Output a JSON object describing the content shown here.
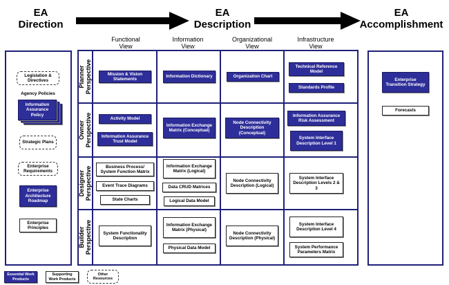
{
  "headers": {
    "direction": [
      "EA",
      "Direction"
    ],
    "description": [
      "EA",
      "Description"
    ],
    "accomplishment": [
      "EA",
      "Accomplishment"
    ]
  },
  "columns": [
    [
      "Functional",
      "View"
    ],
    [
      "Information",
      "View"
    ],
    [
      "Organizational",
      "View"
    ],
    [
      "Infrastructure",
      "View"
    ]
  ],
  "rows": [
    [
      "Planner",
      "Perspective"
    ],
    [
      "Owner",
      "Perspective"
    ],
    [
      "Designer",
      "Perspective"
    ],
    [
      "Builder",
      "Perspective"
    ]
  ],
  "direction_items": {
    "legislation": "Legislation & Directives",
    "agency_policies_label": "Agency Policies",
    "ia_policy": "Information Assurance Policy",
    "strategic_plans": "Strategic Plans",
    "enterprise_requirements": "Enterprise Requirements",
    "ea_roadmap": "Enterprise Architecture Roadmap",
    "enterprise_principles": "Enterprise Principles"
  },
  "cells": {
    "planner": {
      "functional": "Mission & Vision Statements",
      "information": "Information Dictionary",
      "organizational": "Organization Chart",
      "infra_1": "Technical Reference Model",
      "infra_2": "Standards Profile"
    },
    "owner": {
      "functional_1": "Activity Model",
      "functional_2": "Information Assurance Trust Model",
      "information": "Information Exchange Matrix (Conceptual)",
      "organizational": "Node Connectivity Description (Conceptual)",
      "infra_1": "Information Assurance Risk Assessment",
      "infra_2": "System Interface Description Level 1"
    },
    "designer": {
      "functional_1": "Business Process/ System Function Matrix",
      "functional_2": "Event Trace Diagrams",
      "functional_3": "State Charts",
      "information_1": "Information Exchange Matrix (Logical)",
      "information_2": "Data CRUD Matrices",
      "information_3": "Logical Data Model",
      "organizational": "Node Connectivity Description (Logical)",
      "infra": "System Interface Description Levels 2 & 3"
    },
    "builder": {
      "functional": "System Functionality Description",
      "information_1": "Information Exchange Matrix (Physical)",
      "information_2": "Physical Data Model",
      "organizational": "Node Connectivity Description (Physical)",
      "infra_1": "System Interface Description Level 4",
      "infra_2": "System Performance Parameters Matrix"
    }
  },
  "accomplishment_items": {
    "transition": "Enterprise Transition Strategy",
    "forecasts": "Forecasts"
  },
  "legend": {
    "essential": "Essential Work Products",
    "supporting": "Supporting Work Products",
    "other": "Other Resources"
  },
  "colors": {
    "essential": "#2e2e9a",
    "border": "#1f1f7a"
  }
}
